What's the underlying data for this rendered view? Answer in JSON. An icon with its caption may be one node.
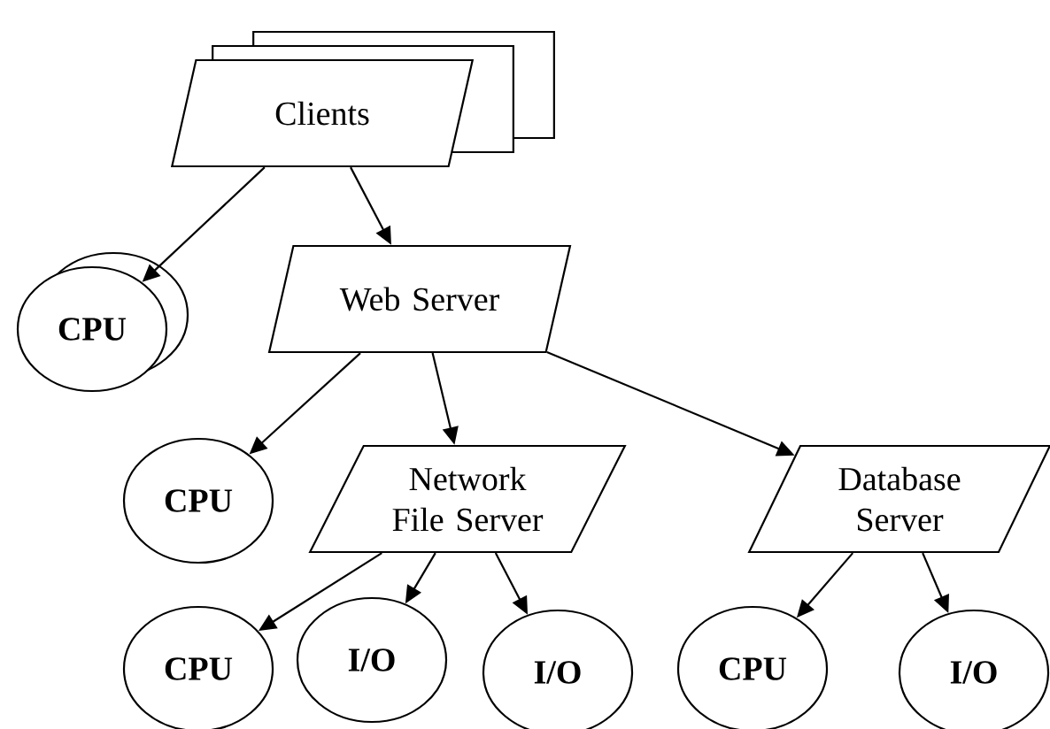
{
  "diagram": {
    "nodes": [
      {
        "text": [
          "Clients"
        ]
      },
      {
        "text": [
          "CPU"
        ]
      },
      {
        "text": [
          "Web Server"
        ]
      },
      {
        "text": [
          "CPU"
        ]
      },
      {
        "text": [
          "Network File Server"
        ]
      },
      {
        "text": [
          "Database Server"
        ]
      },
      {
        "text": [
          "CPU"
        ]
      },
      {
        "text": [
          "I/O"
        ]
      },
      {
        "text": [
          "I/O"
        ]
      },
      {
        "text": [
          "CPU"
        ]
      },
      {
        "text": [
          "I/O"
        ]
      }
    ],
    "edges": [
      {
        "from": 0,
        "to": 1,
        "arrow": "to"
      },
      {
        "from": 0,
        "to": 2,
        "arrow": "to"
      },
      {
        "from": 2,
        "to": 3,
        "arrow": "to"
      },
      {
        "from": 2,
        "to": 4,
        "arrow": "to"
      },
      {
        "from": 2,
        "to": 5,
        "arrow": "to"
      },
      {
        "from": 4,
        "to": 6,
        "arrow": "to"
      },
      {
        "from": 4,
        "to": 7,
        "arrow": "to"
      },
      {
        "from": 4,
        "to": 8,
        "arrow": "to"
      },
      {
        "from": 5,
        "to": 9,
        "arrow": "to"
      },
      {
        "from": 5,
        "to": 10,
        "arrow": "to"
      }
    ]
  }
}
